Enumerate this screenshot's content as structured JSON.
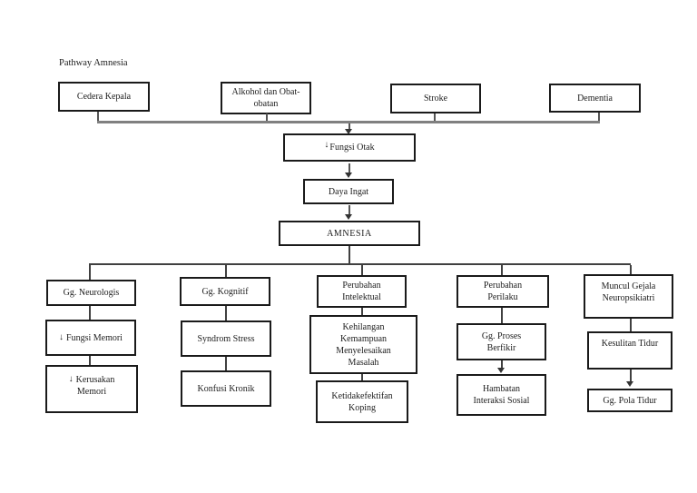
{
  "title": "Pathway Amnesia",
  "colors": {
    "background": "#ffffff",
    "box_border": "#1a1a1a",
    "text": "#1c1c1c",
    "connector_gray": "#808080",
    "connector_dark": "#404040"
  },
  "glyphs": {
    "down_arrow": "↓"
  },
  "boxes": {
    "cedera_kepala": {
      "lines": [
        "Cedera Kepala"
      ]
    },
    "alkohol_obat": {
      "lines": [
        "Alkohol dan Obat-",
        "obatan"
      ]
    },
    "stroke": {
      "lines": [
        "Stroke"
      ]
    },
    "dementia": {
      "lines": [
        "Dementia"
      ]
    },
    "fungsi_otak": {
      "prefix": "↓",
      "lines": [
        "Fungsi Otak"
      ]
    },
    "daya_ingat": {
      "lines": [
        "Daya Ingat"
      ]
    },
    "amnesia": {
      "lines": [
        "AMNESIA"
      ]
    },
    "gg_neurologis": {
      "lines": [
        "Gg. Neurologis"
      ]
    },
    "gg_kognitif": {
      "lines": [
        "Gg. Kognitif"
      ]
    },
    "perubahan_intelektual": {
      "lines": [
        "Perubahan",
        "Intelektual"
      ]
    },
    "perubahan_perilaku": {
      "lines": [
        "Perubahan",
        "Perilaku"
      ]
    },
    "muncul_gejala": {
      "lines": [
        "Muncul Gejala",
        "Neuropsikiatri"
      ]
    },
    "fungsi_memori": {
      "prefix": "↓",
      "lines": [
        "Fungsi Memori"
      ]
    },
    "kerusakan_memori": {
      "prefix": "↓",
      "lines": [
        "Kerusakan",
        "Memori"
      ]
    },
    "syndrom_stress": {
      "lines": [
        "Syndrom Stress"
      ]
    },
    "konfusi_kronik": {
      "lines": [
        "Konfusi Kronik"
      ]
    },
    "kehilangan_kemampuan": {
      "lines": [
        "Kehilangan",
        "Kemampuan",
        "Menyelesaikan",
        "Masalah"
      ]
    },
    "ketidakefektifan_koping": {
      "lines": [
        "Ketidakefektifan",
        "Koping"
      ]
    },
    "gg_proses_berfikir": {
      "lines": [
        "Gg. Proses",
        "Berfikir"
      ]
    },
    "hambatan_interaksi": {
      "lines": [
        "Hambatan",
        "Interaksi Sosial"
      ]
    },
    "kesulitan_tidur": {
      "lines": [
        "Kesulitan Tidur"
      ]
    },
    "gg_pola_tidur": {
      "lines": [
        "Gg. Pola Tidur"
      ]
    }
  }
}
